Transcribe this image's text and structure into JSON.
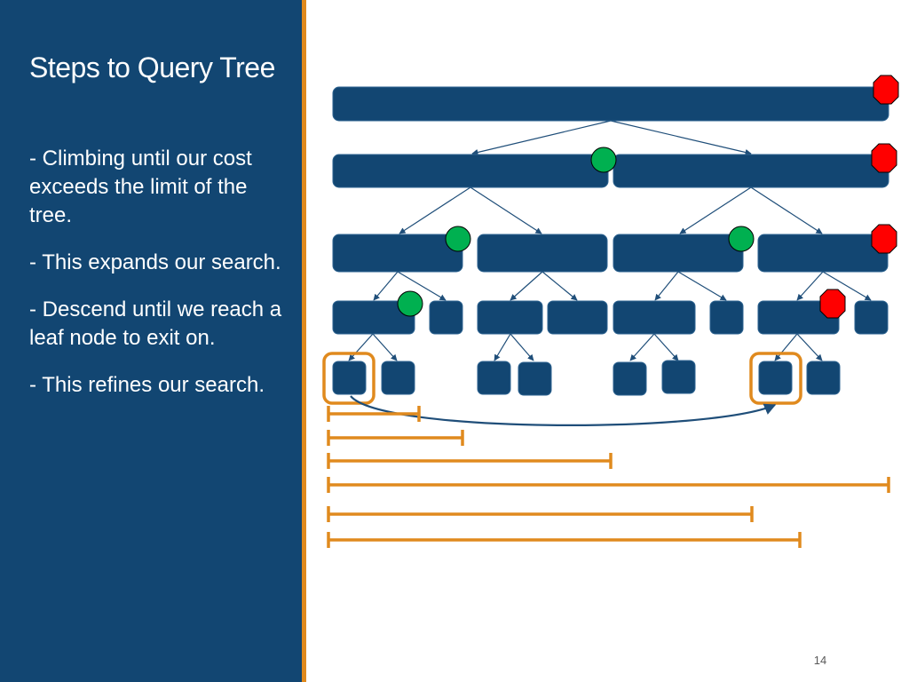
{
  "slide": {
    "title": "Steps to Query Tree",
    "bullets": [
      "- Climbing until our cost exceeds the limit of the tree.",
      "- This expands our search.",
      "- Descend until we reach a leaf node to exit on.",
      "- This refines our search."
    ],
    "page_number": "14"
  },
  "colors": {
    "sidebar_bg": "#124672",
    "accent": "#e08a1e",
    "node_fill": "#124672",
    "node_stroke": "#2d6390",
    "marker_green": "#00b050",
    "marker_red": "#ff0000",
    "edge": "#1f4e79",
    "cost_bar": "#e08a1e"
  },
  "diagram": {
    "node_count": 23,
    "green_markers": 4,
    "red_markers": 4,
    "highlighted_leaves": 2,
    "cost_bars": 6
  }
}
